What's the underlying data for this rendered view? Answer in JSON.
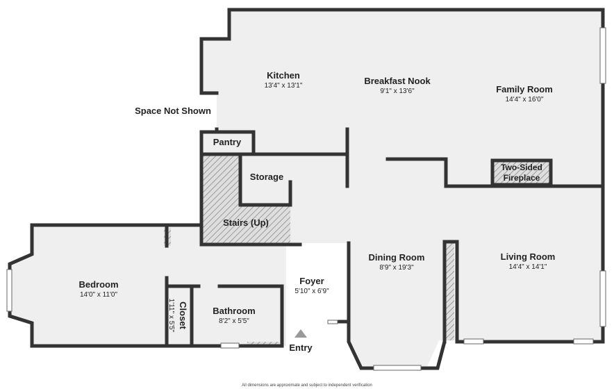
{
  "rooms": {
    "kitchen": {
      "name": "Kitchen",
      "dims": "13'4\" x 13'1\""
    },
    "breakfast": {
      "name": "Breakfast Nook",
      "dims": "9'1\" x 13'6\""
    },
    "family": {
      "name": "Family Room",
      "dims": "14'4\" x 16'0\""
    },
    "pantry": {
      "name": "Pantry"
    },
    "storage": {
      "name": "Storage"
    },
    "fireplace": {
      "name_line1": "Two-Sided",
      "name_line2": "Fireplace"
    },
    "stairs": {
      "name": "Stairs (Up)"
    },
    "bedroom": {
      "name": "Bedroom",
      "dims": "14'0\" x 11'0\""
    },
    "closet": {
      "name": "Closet",
      "dims": "1'11\" x 5'5\""
    },
    "bathroom": {
      "name": "Bathroom",
      "dims": "8'2\" x 5'5\""
    },
    "foyer": {
      "name": "Foyer",
      "dims": "5'10\" x 6'9\""
    },
    "dining": {
      "name": "Dining Room",
      "dims": "8'9\" x 19'3\""
    },
    "living": {
      "name": "Living Room",
      "dims": "14'4\" x 14'1\""
    }
  },
  "labels": {
    "space_not_shown": "Space Not Shown",
    "entry": "Entry"
  },
  "footer": "All dimensions are approximate and subject to independent verification",
  "colors": {
    "wall": "#333333",
    "floor": "#efefef",
    "window": "#ffffff",
    "hatch": "#7a7a7a"
  }
}
